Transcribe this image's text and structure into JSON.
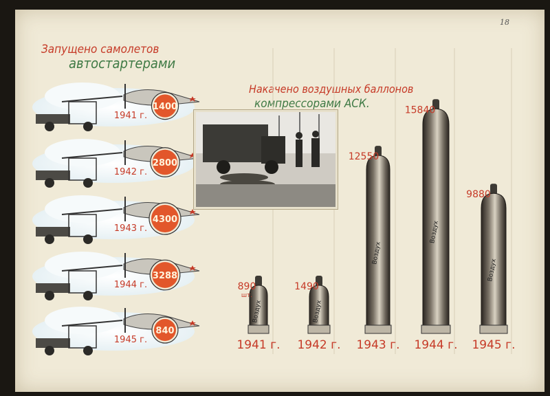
{
  "page": {
    "number": "18"
  },
  "colors": {
    "red": "#c63a27",
    "green": "#3f7a45",
    "paper": "#f0ead7"
  },
  "left_panel": {
    "title_line1": "Запущено самолетов",
    "title_line2": "автостартерами"
  },
  "right_panel": {
    "title_line1": "Накачено воздушных баллонов",
    "title_line2": "компрессорами АСК.",
    "unit_label": "шт.",
    "cylinder_label": "Воздух"
  },
  "chart_data": [
    {
      "type": "bar",
      "title": "Запущено самолетов автостартерами",
      "categories": [
        "1941",
        "1942",
        "1943",
        "1944",
        "1945"
      ],
      "category_labels": [
        "1941 г.",
        "1942 г.",
        "1943 г.",
        "1944 г.",
        "1945 г."
      ],
      "values": [
        1400,
        2800,
        4300,
        3288,
        840
      ],
      "value_labels": [
        "1400",
        "2800",
        "4300",
        "3288",
        "840"
      ]
    },
    {
      "type": "bar",
      "title": "Накачено воздушных баллонов компрессорами АСК.",
      "categories": [
        "1941",
        "1942",
        "1943",
        "1944",
        "1945"
      ],
      "category_labels": [
        "1941 г.",
        "1942 г.",
        "1943 г.",
        "1944 г.",
        "1945 г."
      ],
      "values": [
        890,
        1490,
        12550,
        15840,
        9880
      ],
      "value_labels": [
        "890",
        "1490",
        "12550",
        "15840",
        "9880"
      ],
      "unit": "шт."
    }
  ]
}
